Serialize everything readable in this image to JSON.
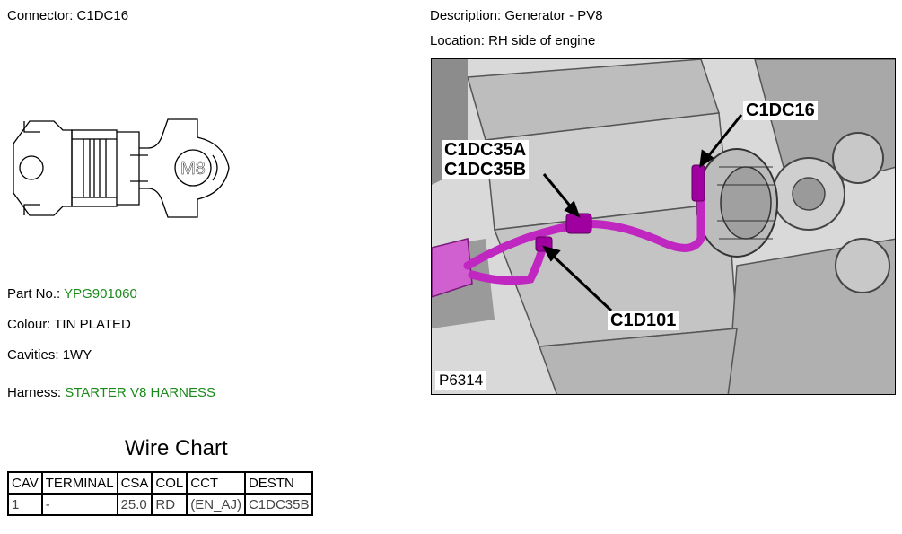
{
  "connector": {
    "label": "Connector:",
    "value": "C1DC16"
  },
  "description": {
    "label": "Description:",
    "value": "Generator - PV8"
  },
  "location": {
    "label": "Location:",
    "value": "RH side of engine"
  },
  "connector_drawing": {
    "marking": "M8"
  },
  "part_no": {
    "label": "Part No.:",
    "value": "YPG901060"
  },
  "colour": {
    "label": "Colour:",
    "value": "TIN PLATED"
  },
  "cavities": {
    "label": "Cavities:",
    "value": "1WY"
  },
  "harness": {
    "label": "Harness:",
    "value": "STARTER V8 HARNESS"
  },
  "photo": {
    "callouts": {
      "c1dc16": "C1DC16",
      "c1dc35a": "C1DC35A",
      "c1dc35b": "C1DC35B",
      "c1d101": "C1D101"
    },
    "figure_id": "P6314",
    "harness_color": "#c026c0"
  },
  "wire_chart": {
    "title": "Wire Chart",
    "headers": [
      "CAV",
      "TERMINAL",
      "CSA",
      "COL",
      "CCT",
      "DESTN"
    ],
    "rows": [
      [
        "1",
        "-",
        "25.0",
        "RD",
        "(EN_AJ)",
        "C1DC35B"
      ]
    ]
  },
  "colors": {
    "value_green": "#1a8a1a"
  }
}
